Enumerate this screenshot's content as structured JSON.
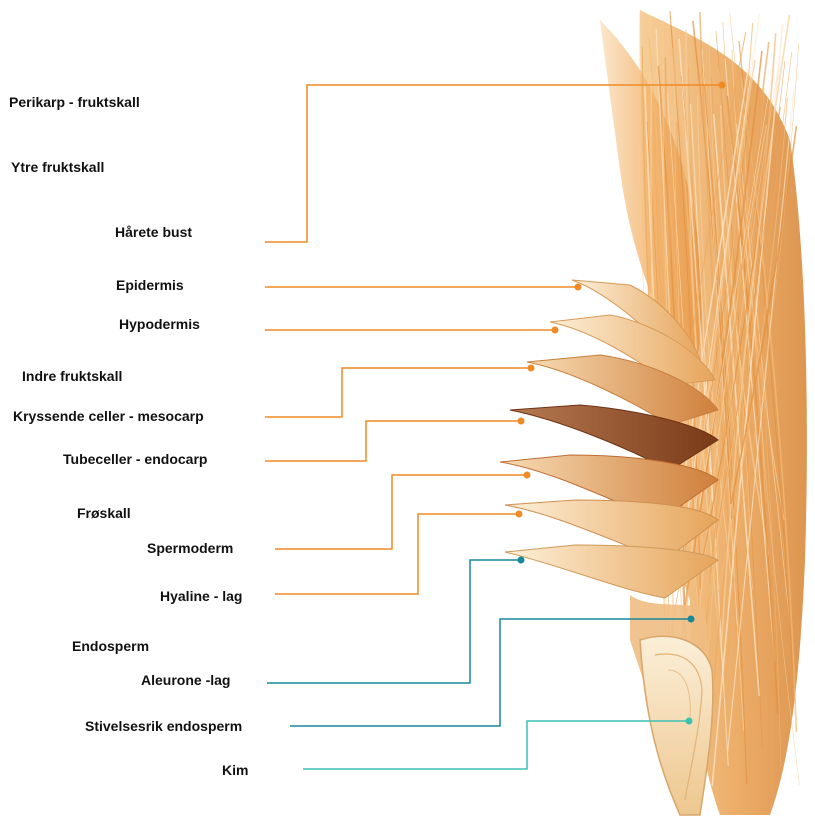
{
  "colors": {
    "orange_leader": "#f08a24",
    "teal_leader": "#17889a",
    "teal_light": "#3cc1b3",
    "label_text": "#111111"
  },
  "labels": {
    "perikarp": "Perikarp - fruktskall",
    "ytre_fruktskall": "Ytre fruktskall",
    "harete_bust": "Hårete bust",
    "epidermis": "Epidermis",
    "hypodermis": "Hypodermis",
    "indre_fruktskall": "Indre fruktskall",
    "kryssende_celler": "Kryssende celler - mesocarp",
    "tubeceller": "Tubeceller - endocarp",
    "froskall": "Frøskall",
    "spermoderm": "Spermoderm",
    "hyaline": "Hyaline - lag",
    "endosperm": "Endosperm",
    "aleurone": "Aleurone -lag",
    "stivelsesrik": "Stivelsesrik endosperm",
    "kim": "Kim"
  }
}
